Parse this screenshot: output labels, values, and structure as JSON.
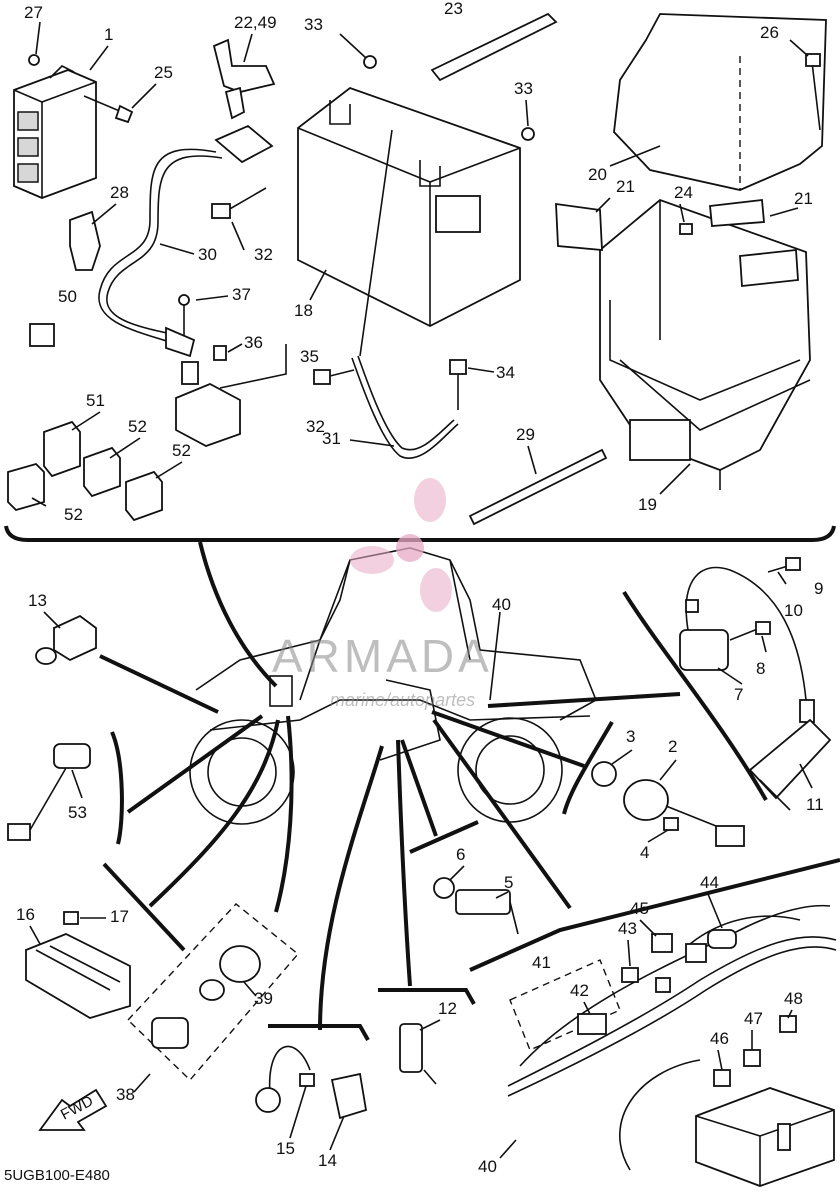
{
  "diagram_code": "5UGB100-E480",
  "watermark": {
    "brand": "ARMADA",
    "tagline": "marine/autopartes"
  },
  "direction_marker": "FWD",
  "callouts": [
    "27",
    "1",
    "25",
    "22,49",
    "33",
    "23",
    "33",
    "26",
    "28",
    "32",
    "30",
    "20",
    "24",
    "21",
    "21",
    "18",
    "50",
    "37",
    "36",
    "35",
    "32",
    "34",
    "51",
    "52",
    "52",
    "31",
    "29",
    "19",
    "52",
    "13",
    "40",
    "9",
    "10",
    "8",
    "53",
    "7",
    "3",
    "2",
    "11",
    "4",
    "6",
    "5",
    "44",
    "16",
    "17",
    "45",
    "43",
    "39",
    "41",
    "42",
    "48",
    "47",
    "12",
    "46",
    "38",
    "15",
    "14",
    "40"
  ]
}
